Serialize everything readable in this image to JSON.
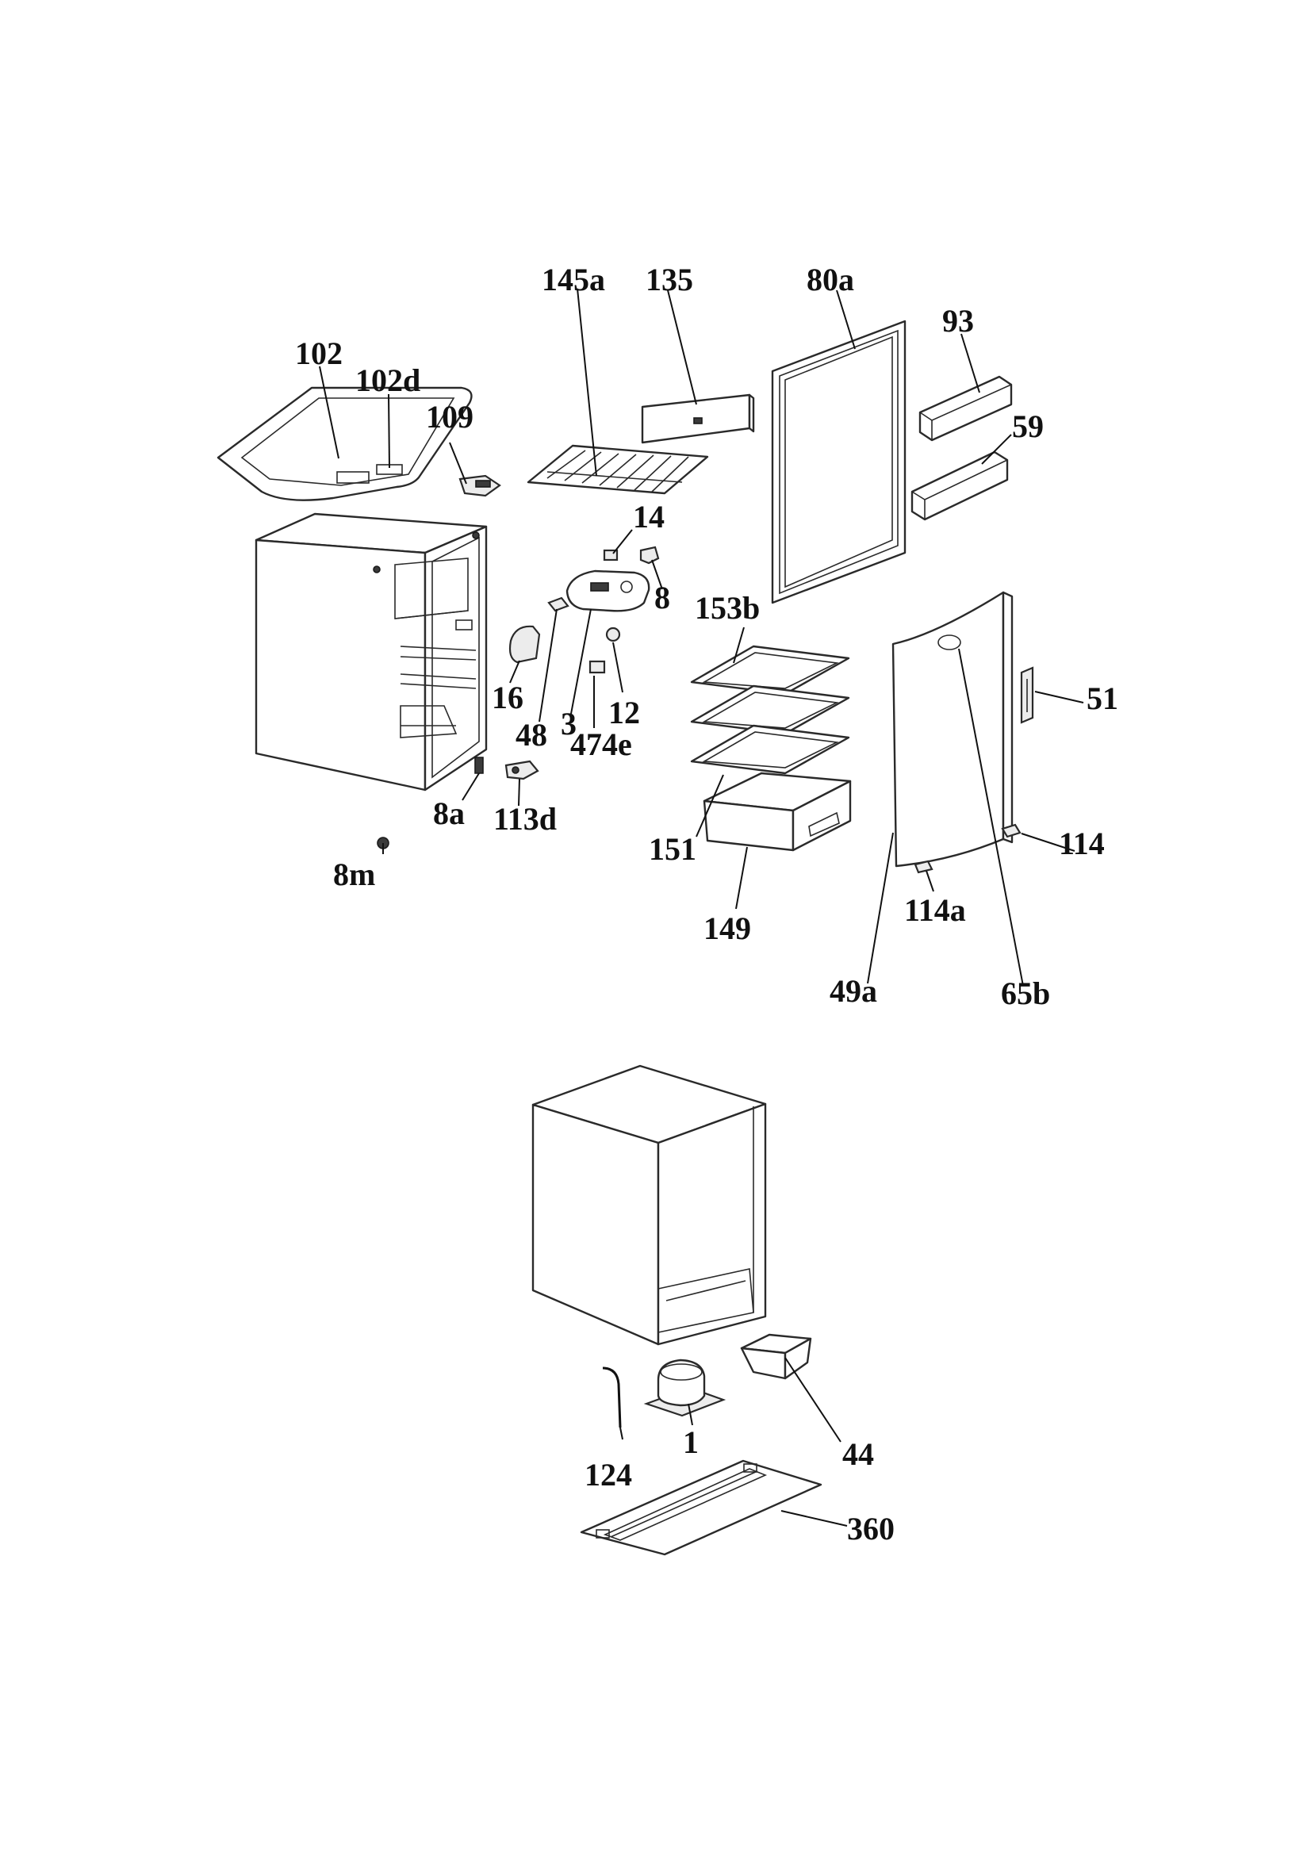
{
  "diagram": {
    "type": "exploded-parts-view",
    "callouts": [
      "145a",
      "135",
      "80a",
      "93",
      "102",
      "102d",
      "109",
      "59",
      "14",
      "8",
      "153b",
      "16",
      "3",
      "48",
      "12",
      "474e",
      "51",
      "8a",
      "113d",
      "151",
      "114",
      "8m",
      "149",
      "114a",
      "49a",
      "65b",
      "124",
      "1",
      "44",
      "360"
    ]
  }
}
